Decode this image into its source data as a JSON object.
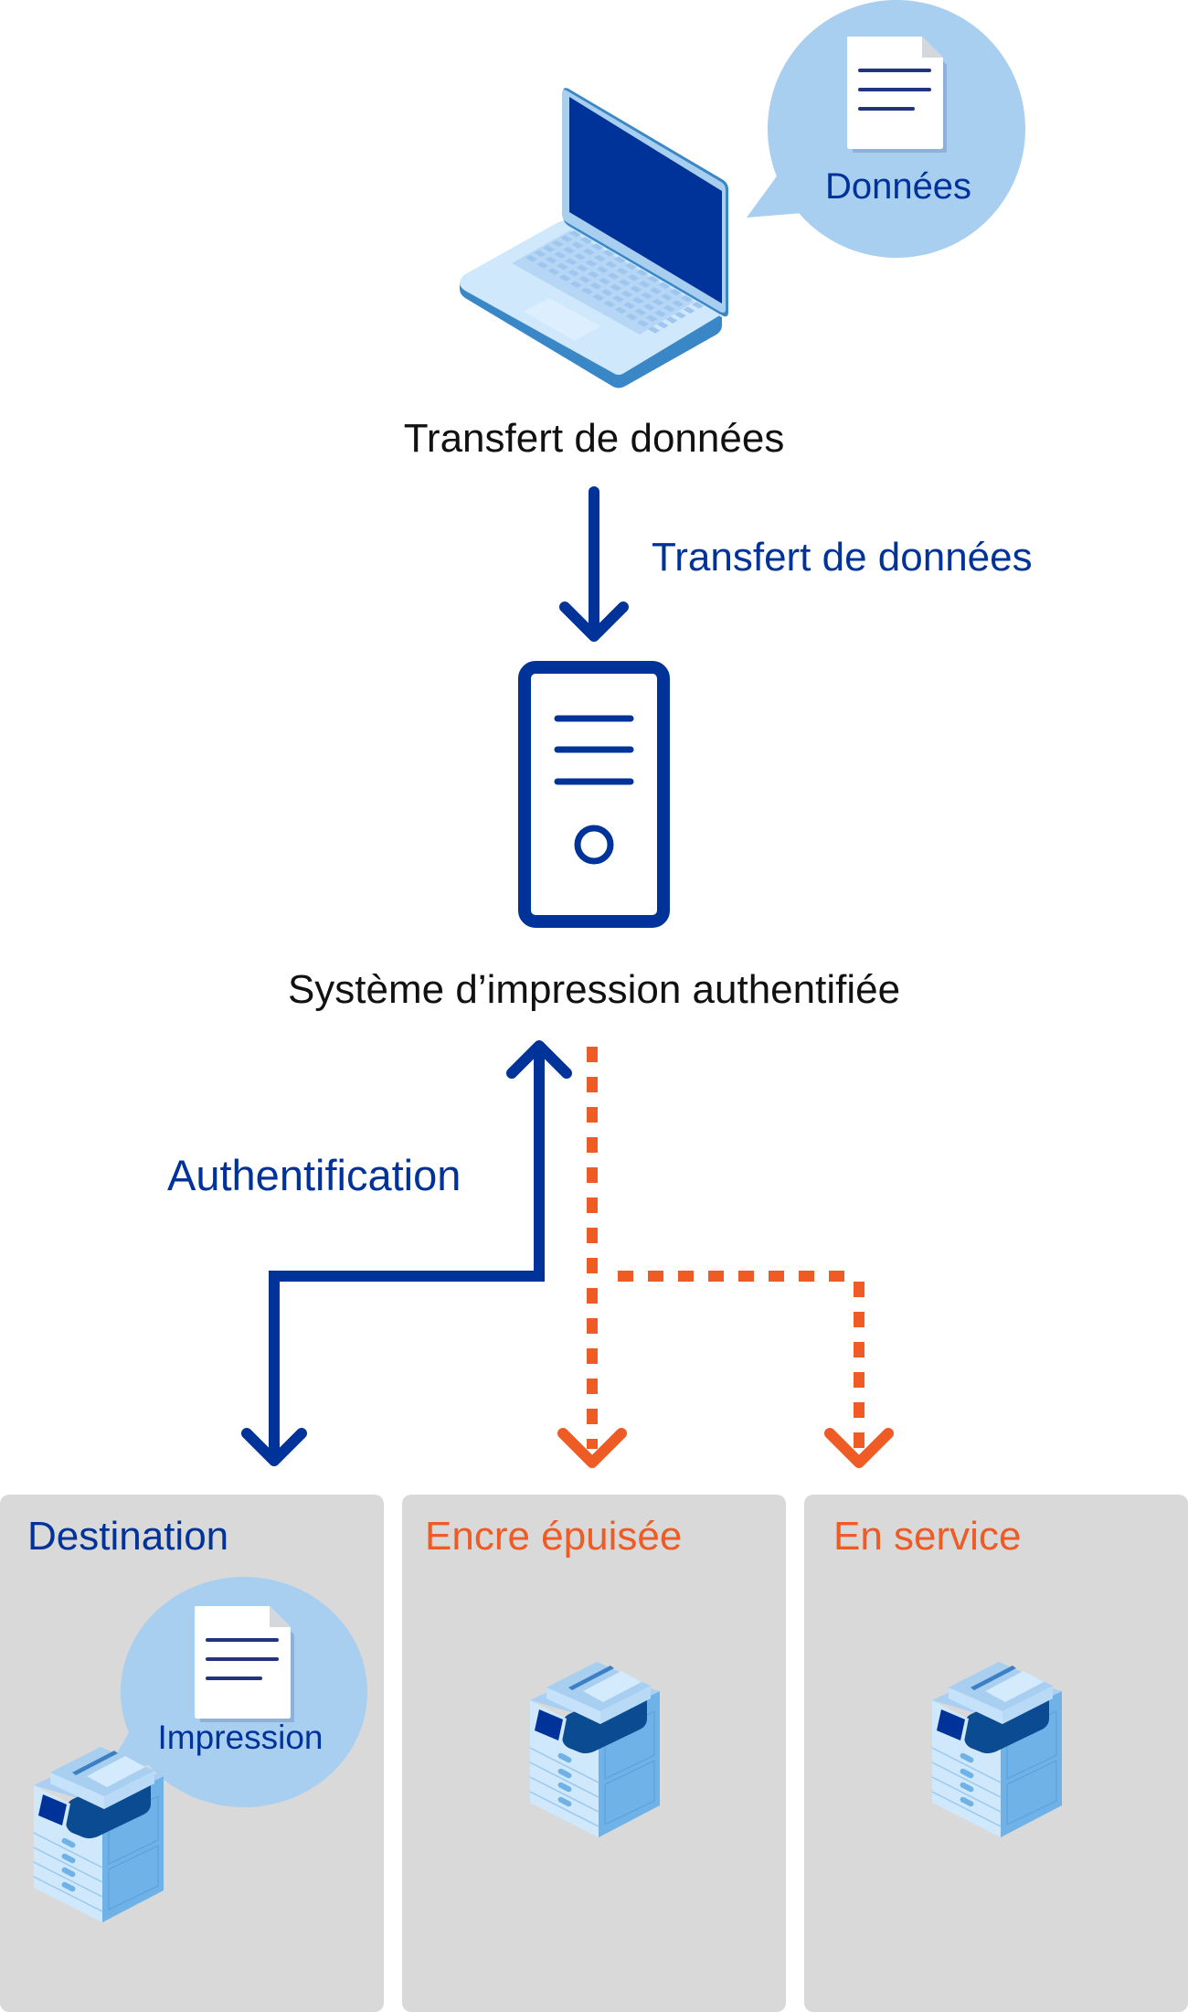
{
  "colors": {
    "primary_blue": "#003399",
    "alert_orange": "#EF5B25",
    "bubble_blue": "#A8CEF0",
    "panel_gray": "#D9D9D9",
    "text_black": "#111111"
  },
  "source": {
    "icon": "laptop-icon",
    "bubble_icon": "document-icon",
    "bubble_label": "Données",
    "label": "Transfert de données"
  },
  "flow_transfer": {
    "label": "Transfert de données",
    "style": "solid",
    "direction": "down"
  },
  "server": {
    "icon": "server-tower-icon",
    "label": "Système d’impression authentifiée"
  },
  "flow_auth": {
    "label": "Authentification",
    "style": "solid",
    "direction": "bidirectional"
  },
  "flow_unavailable": {
    "style": "dashed",
    "color_role": "alert"
  },
  "destinations": [
    {
      "title": "Destination",
      "status": "available",
      "icon": "printer-icon",
      "bubble_icon": "document-icon",
      "bubble_label": "Impression"
    },
    {
      "title": "Encre épuisée",
      "status": "unavailable",
      "icon": "printer-icon"
    },
    {
      "title": "En service",
      "status": "unavailable",
      "icon": "printer-icon"
    }
  ]
}
